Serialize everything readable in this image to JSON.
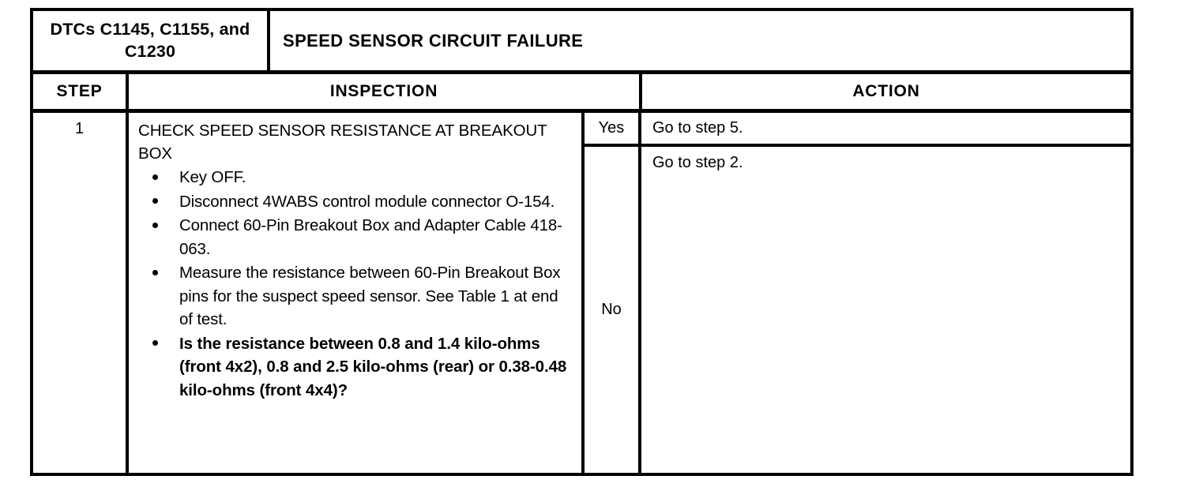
{
  "document": {
    "type": "diagnostic-procedure-table",
    "header": {
      "dtc_label": "DTCs C1145, C1155,\nand C1230",
      "title": "SPEED SENSOR CIRCUIT FAILURE"
    },
    "columns": {
      "step": "STEP",
      "inspection": "INSPECTION",
      "action": "ACTION"
    },
    "rows": [
      {
        "step": "1",
        "inspection_heading": "CHECK SPEED SENSOR RESISTANCE AT BREAKOUT BOX",
        "inspection_items": [
          {
            "text": "Key OFF.",
            "bold": false
          },
          {
            "text": "Disconnect 4WABS control module connector O-154.",
            "bold": false
          },
          {
            "text": "Connect 60-Pin Breakout Box and Adapter Cable 418-063.",
            "bold": false
          },
          {
            "text": "Measure the resistance between 60-Pin Breakout Box pins for the suspect speed sensor. See Table 1 at end of test.",
            "bold": false
          },
          {
            "text": "Is the resistance between 0.8 and 1.4 kilo-ohms (front 4x2), 0.8 and 2.5 kilo-ohms (rear) or 0.38-0.48 kilo-ohms (front 4x4)?",
            "bold": true
          }
        ],
        "outcomes": [
          {
            "condition": "Yes",
            "action": "Go to step 5."
          },
          {
            "condition": "No",
            "action": "Go to step 2."
          }
        ]
      }
    ]
  },
  "colors": {
    "ink": "#000000",
    "paper": "#ffffff"
  }
}
